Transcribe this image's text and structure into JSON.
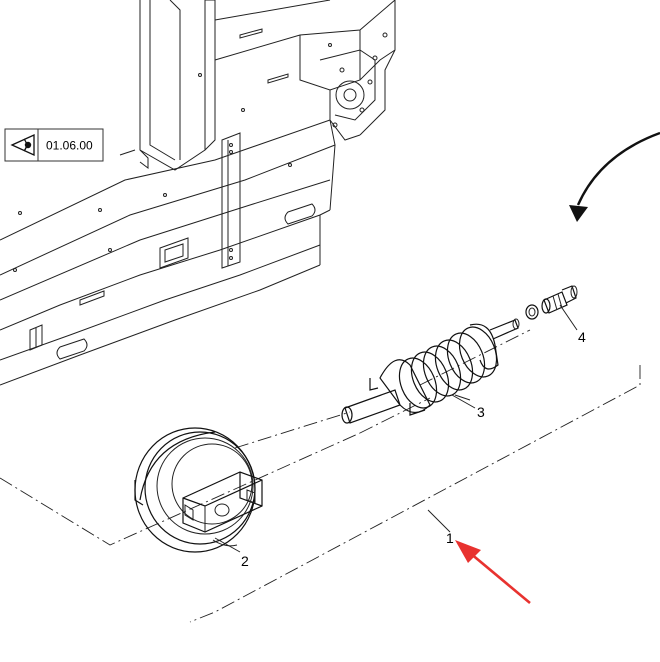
{
  "reference": {
    "code": "01.06.00",
    "icon": "view-eye-icon"
  },
  "callouts": [
    {
      "id": "callout-1",
      "label": "1"
    },
    {
      "id": "callout-2",
      "label": "2"
    },
    {
      "id": "callout-3",
      "label": "3"
    },
    {
      "id": "callout-4",
      "label": "4"
    }
  ],
  "colors": {
    "line": "#222222",
    "arrow": "#e8322f"
  }
}
